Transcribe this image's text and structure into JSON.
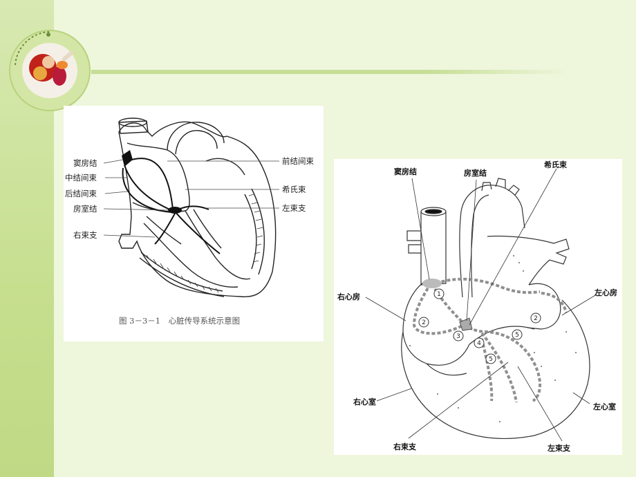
{
  "figure_left": {
    "labels_left": [
      "窦房结",
      "中结间束",
      "后结间束",
      "房室结",
      "右束支"
    ],
    "labels_right": [
      "前结间束",
      "希氏束",
      "左束支"
    ],
    "caption": "图 3－3－1　心脏传导系统示意图"
  },
  "figure_right": {
    "top_labels": [
      "窦房结",
      "房室结",
      "希氏束"
    ],
    "right_atrium": "右心房",
    "left_atrium": "左心房",
    "right_ventricle": "右心室",
    "left_ventricle": "左心室",
    "bottom_labels": [
      "右束支",
      "左束支"
    ],
    "markers": [
      "1",
      "2",
      "2",
      "3",
      "4",
      "5",
      "5"
    ]
  },
  "colors": {
    "background": "#eef6dc",
    "band": "#c6df8f",
    "panel": "#ffffff",
    "pathway": "#999999"
  }
}
